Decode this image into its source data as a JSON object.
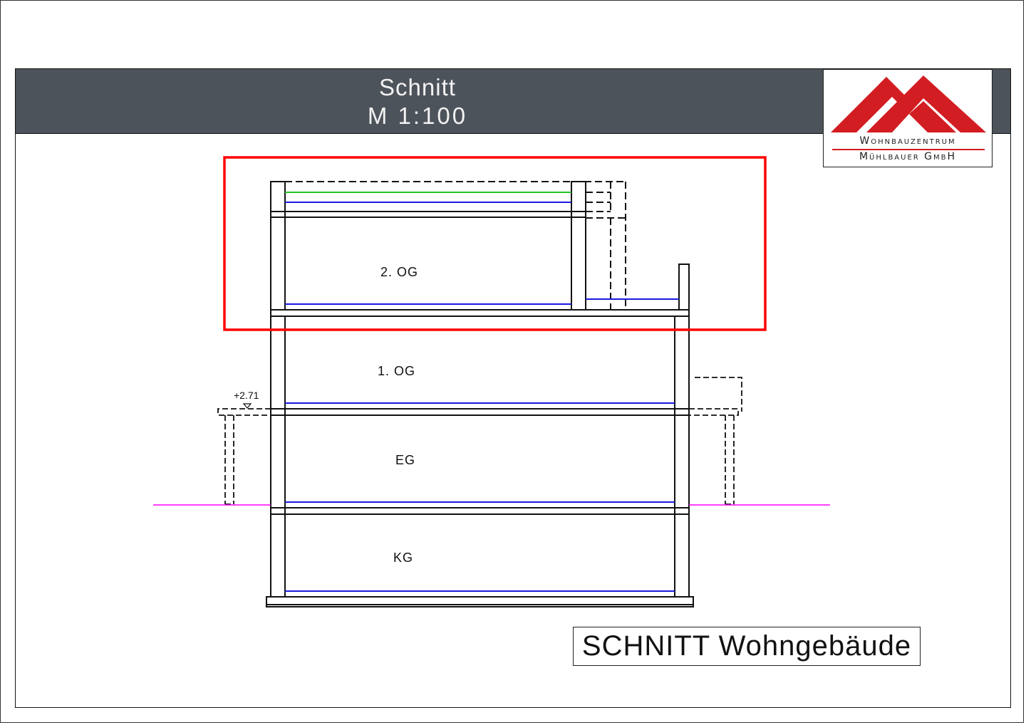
{
  "header": {
    "title": "Schnitt",
    "scale": "M 1:100",
    "background_color": "#4d535a"
  },
  "logo": {
    "line1": "Wohnbauzentrum",
    "line2": "Mühlbauer GmbH",
    "brand_color": "#d21d22"
  },
  "drawing": {
    "floors": [
      {
        "id": "2og",
        "label": "2. OG"
      },
      {
        "id": "1og",
        "label": "1. OG"
      },
      {
        "id": "eg",
        "label": "EG"
      },
      {
        "id": "kg",
        "label": "KG"
      }
    ],
    "level_marker": "+2.71",
    "highlight_color": "#ff0000",
    "floor_finish_color": "#1a1adf",
    "roof_layer_color": "#22c322",
    "ground_line_color": "#ff00ff"
  },
  "title_block": {
    "text": "SCHNITT Wohngebäude"
  }
}
